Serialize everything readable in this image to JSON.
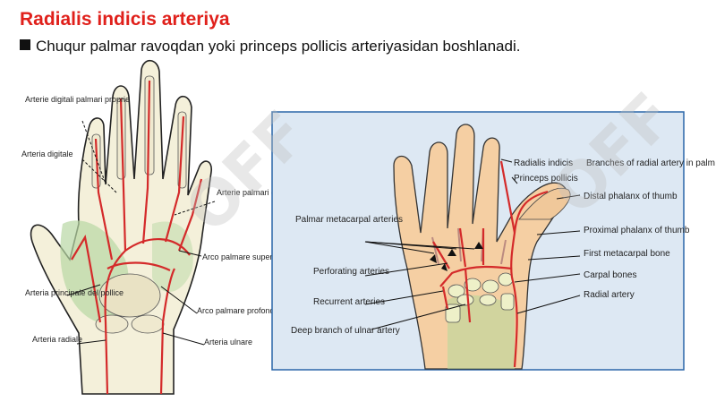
{
  "header": {
    "title": "Radialis indicis arteriya",
    "subtitle": "Chuqur palmar ravoqdan yoki princeps pollicis arteriyasidan boshlanadi."
  },
  "left_figure": {
    "labels": {
      "digitales_propriae": "Arterie digitali palmari proprie",
      "digitale": "Arteria digitale",
      "digitali_comuni": "Arterie palmari digitali comuni",
      "arco_superficiale": "Arco palmare superficiale",
      "principale_pollice": "Arteria principale del pollice",
      "arco_profondo": "Arco palmare profondo",
      "radiale": "Arteria radiale",
      "ulnare": "Arteria ulnare"
    }
  },
  "right_figure": {
    "labels": {
      "radialis_indicis": "Radialis indicis",
      "princeps_pollicis": "Princeps pollicis",
      "branches_palm": "Branches of radial artery in palm",
      "distal_phalanx": "Distal phalanx of thumb",
      "proximal_phalanx": "Proximal phalanx of thumb",
      "first_metacarpal": "First metacarpal bone",
      "carpal_bones": "Carpal bones",
      "radial_artery": "Radial artery",
      "palmar_metacarpal": "Palmar metacarpal arteries",
      "perforating": "Perforating arteries",
      "recurrent": "Recurrent arteries",
      "deep_ulnar": "Deep branch of ulnar artery"
    }
  },
  "watermark": "OFF",
  "colors": {
    "title": "#e0201b",
    "artery": "#d42a2a",
    "skin": "#f5cfa3",
    "frame_border": "#2a66a8"
  }
}
